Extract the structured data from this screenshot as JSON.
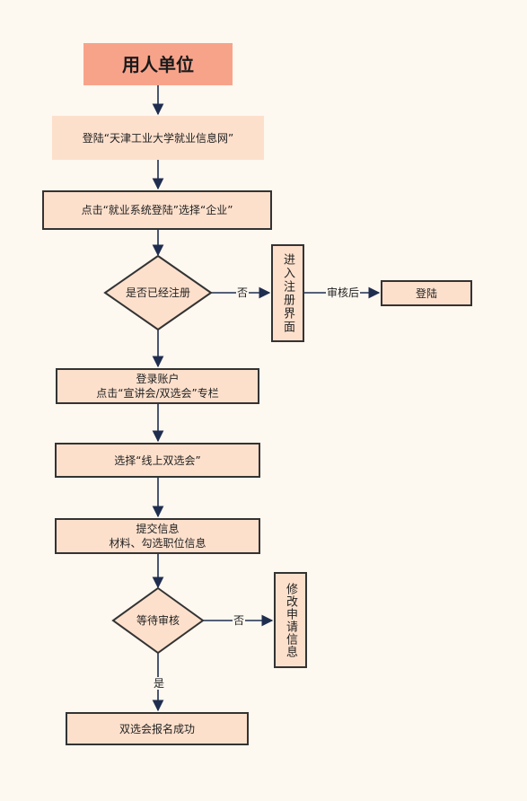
{
  "colors": {
    "background": "#fdf8f0",
    "node_fill": "#fde0cc",
    "title_fill": "#f7a38a",
    "border": "#333333",
    "arrow": "#1f2d4f"
  },
  "nodes": {
    "start": "用人单位",
    "login_site": "登陆“天津工业大学就业信息网”",
    "click_system": "点击“就业系统登陆”选择“企业”",
    "registered_q": "是否已经注册",
    "register_page": "进入注册界面",
    "login": "登陆",
    "account_line1": "登录账户",
    "account_line2": "点击“宣讲会/双选会”专栏",
    "choose_online": "选择“线上双选会”",
    "submit_line1": "提交信息",
    "submit_line2": "材料、勾选职位信息",
    "wait_review": "等待审核",
    "modify_info": "修改申请信息",
    "success": "双选会报名成功"
  },
  "edge_labels": {
    "no_register": "否",
    "after_review": "审核后",
    "no_modify": "否",
    "yes_success": "是"
  }
}
